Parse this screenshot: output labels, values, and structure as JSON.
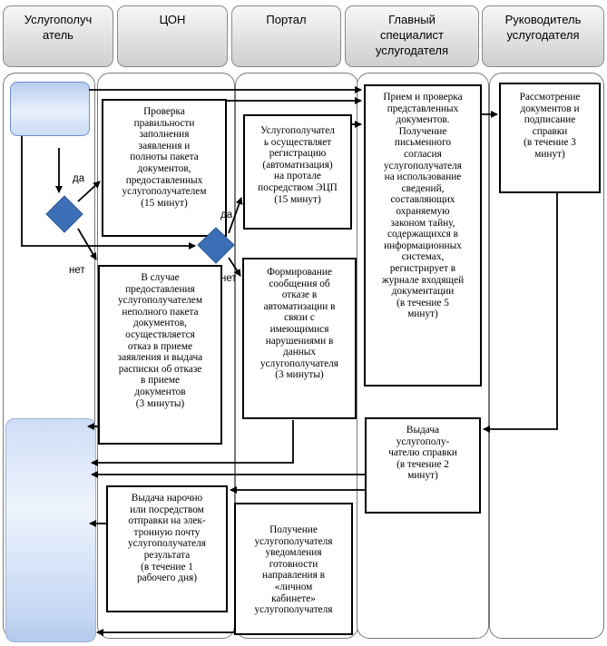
{
  "lanes": {
    "applicant": "Услугополуч\nатель",
    "con": "ЦОН",
    "portal": "Портал",
    "chief_specialist": "Главный\nспециалист\nуслугодателя",
    "head": "Руководитель\nуслугодателя"
  },
  "boxes": {
    "con_check": "Проверка\nправильности\nзаполнения\nзаявления и\nполноты пакета\nдокументов,\nпредоставленных\nуслугополучателем\n(15 минут)",
    "con_refusal": "В случае\nпредоставления\nуслугополучателем\nнеполного пакета\nдокументов,\nосуществляется\nотказ в приеме\nзаявления и выдача\nрасписки об отказе\nв приеме\nдокументов\n(3 минуты)",
    "con_issue": "Выдача нарочно\nили посредством\nотправки на элек-\nтронную почту\nуслугополучателя\nрезультата\n(в течение 1\nрабочего дня)",
    "portal_register": "Услугополучател\nь осуществляет\nрегистрацию\n(автоматизация)\nна протале\nпосредством ЭЦП\n(15 минут)",
    "portal_refusal_msg": "Формирование\nсообщения об\nотказе в\nавтоматизации в\nсвязи с\nимеющимися\nнарушениями в\nданных\nуслугополучателя\n(3 минуты)",
    "portal_notice": "Получение\nуслугополучателя\nуведомления\nготовности\nнаправления в\n«личном\nкабинете»\nуслугополучателя",
    "chief_receive": "Прием и проверка\nпредставленных\nдокументов.\nПолучение\nписьменного\nсогласия\nуслугополучателя\nна использование\nсведений,\nсоставляющих\nохраняемую\nзаконом тайну,\nсодержащихся в\nинформационных\nсистемах,\nрегистрирует в\nжурнале входящей\nдокументации\n(в течение 5\nминут)",
    "chief_issue": "Выдача\nуслугополу-\nчателю справки\n(в течение 2\nминут)",
    "head_review": "Рассмотрение\nдокументов и\nподписание\nсправки\n(в течение 3\nминут)"
  },
  "labels": {
    "yes_1": "да",
    "no_1": "нет",
    "yes_2": "да",
    "no_2": "нет"
  }
}
